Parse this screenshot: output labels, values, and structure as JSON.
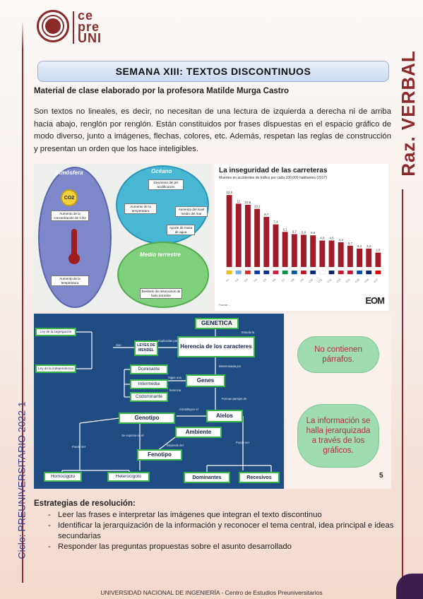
{
  "header": {
    "logo_line1": "ce",
    "logo_line2": "pre",
    "logo_line3": "UNI",
    "side_title": "Raz. VERBAL",
    "side_cycle": "Ciclo: PREUNIVERSITARIO 2022-1"
  },
  "document": {
    "title": "SEMANA XIII: TEXTOS DISCONTINUOS",
    "subtitle": "Material de clase elaborado por la profesora Matilde Murga Castro",
    "intro": "Son textos no lineales, es decir, no necesitan de una lectura de izquierda a derecha ni de arriba hacia abajo, renglón por renglón. Están constituidos por frases dispuestas en el espacio gráfico de modo diverso, junto a imágenes, flechas, colores, etc. Además, respetan las reglas de construcción y presentan un orden que los hace inteligibles.",
    "page_number": "5"
  },
  "climate_diagram": {
    "atmosphere_label": "Atmósfera",
    "ocean_label": "Océano",
    "land_label": "Medio terrestre",
    "co2_label": "CO2",
    "boxes": [
      "Aumento de la concentración de CO2",
      "Aumento de la temperatura",
      "Descenso del pH acidificación",
      "Aumento de la temperatura",
      "Aumento del nivel medio del mar",
      "Aporte de masa de agua",
      "Deshielo de reservorios de hielo terrestre"
    ]
  },
  "chart_data": {
    "type": "bar",
    "title": "La inseguridad de las carreteras",
    "subtitle": "Muertes en accidentes de tráfico por cada 100.000 habitantes (2017)",
    "footnote": "Fuente: ...",
    "brand": "EOM",
    "categories": [
      "C1",
      "C2",
      "C3",
      "C4",
      "C5",
      "C6",
      "C7",
      "C8",
      "C9",
      "C10",
      "C11",
      "C12",
      "C13",
      "C14",
      "C15",
      "C16",
      "C17"
    ],
    "values": [
      12.5,
      11.0,
      10.8,
      10.1,
      8.7,
      7.4,
      6.1,
      5.7,
      5.6,
      5.5,
      4.6,
      4.6,
      4.3,
      3.7,
      3.2,
      3.2,
      2.5
    ],
    "value_labels": [
      "12,5",
      "11",
      "10,8",
      "10,1",
      "8,7",
      "7,4",
      "6,1",
      "5,7",
      "5,6",
      "5,5",
      "4,6",
      "4,6",
      "4,3",
      "3,7",
      "3,2",
      "3,2",
      "2,5"
    ],
    "ylim": [
      0,
      13
    ],
    "bar_color": "#a11c2a",
    "flag_colors": [
      "#f2c400",
      "#6cace4",
      "#d52b1e",
      "#0039a6",
      "#002b7f",
      "#dc143c",
      "#009246",
      "#0055a4",
      "#c60b1e",
      "#00247d",
      "#ffffff",
      "#00205b",
      "#ce1126",
      "#c8102e",
      "#0046ae",
      "#012169",
      "#dd0000"
    ]
  },
  "genetics_diagram": {
    "title": "GENETICA",
    "herencia": "Herencia de los caracteres",
    "leyes": "LEYES DE MENDEL",
    "ley1": "Ley de la segregación",
    "ley2": "Ley de la independencia",
    "dominante": "Dominante",
    "intermedia": "Intermedia",
    "codominante": "Codominante",
    "genes": "Genes",
    "alelos": "Alelos",
    "genotipo": "Genotipo",
    "ambiente": "Ambiente",
    "fenotipo": "Fenotipo",
    "homocigoto": "Homocigoto",
    "heterocigoto": "Heterocigoto",
    "dominantes": "Dominantes",
    "recesivos": "Recesivos",
    "t_estudia": "Estudia la",
    "t_explicadas": "Explicadas por",
    "t_son": "Son",
    "t_determinada": "Determinada por",
    "t_sigue": "Sigue una",
    "t_herencia": "herencia",
    "t_forman": "Forman parejas de",
    "t_constituyen": "Constituyen el",
    "t_expresa": "Se expresa en el",
    "t_depende": "Depende del",
    "t_puede1": "Puede ser",
    "t_puede2": "Puede ser"
  },
  "side_notes": {
    "note1": "No contienen párrafos.",
    "note2": "La información se halla jerarquizada a través de los gráficos."
  },
  "strategies": {
    "heading": "Estrategias de resolución:",
    "items": [
      "Leer las frases e interpretar las imágenes que integran el texto discontinuo",
      "Identificar la jerarquización de la información y reconocer el tema central, idea principal e ideas secundarias",
      "Responder las preguntas propuestas sobre el asunto desarrollado"
    ]
  },
  "footer": {
    "text": "UNIVERSIDAD NACIONAL DE INGENIERÍA  - Centro de Estudios Preuniversitarios"
  }
}
